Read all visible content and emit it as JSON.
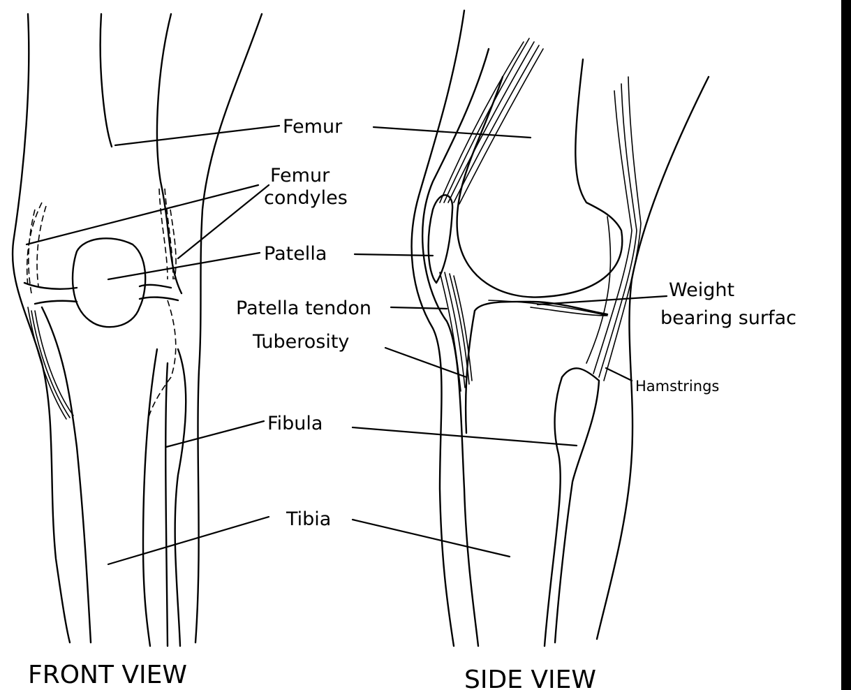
{
  "labels": {
    "femur": "Femur",
    "femur_condyles_line1": "Femur",
    "femur_condyles_line2": "condyles",
    "patella": "Patella",
    "patella_tendon": "Patella tendon",
    "tuberosity": "Tuberosity",
    "weight_bearing_line1": "Weight",
    "weight_bearing_line2": "bearing surfac",
    "hamstrings": "Hamstrings",
    "fibula": "Fibula",
    "tibia": "Tibia"
  },
  "captions": {
    "front": "FRONT VIEW",
    "side": "SIDE VIEW"
  }
}
